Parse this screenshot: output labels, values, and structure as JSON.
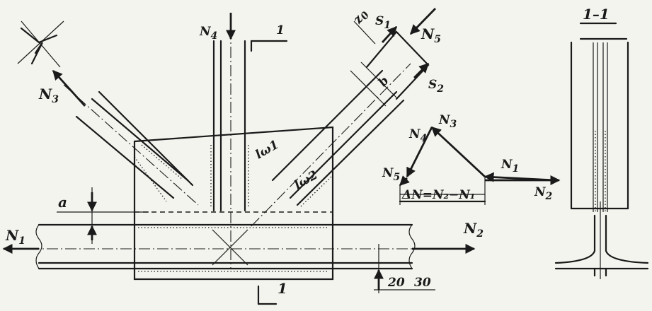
{
  "labels": {
    "n1_left": "N",
    "n1_left_sub": "1",
    "n2_mid": "N",
    "n2_mid_sub": "2",
    "n3": "N",
    "n3_sub": "3",
    "n4": "N",
    "n4_sub": "4",
    "n5": "N",
    "n5_sub": "5",
    "s1": "S",
    "s1_sub": "1",
    "s2": "S",
    "s2_sub": "2",
    "z0": "z",
    "z0_sub": "0",
    "b": "b",
    "lw1": "lω1",
    "lw2": "lω2",
    "a": "a",
    "section_mark_top": "1",
    "section_mark_bottom": "1",
    "dim_20": "20",
    "dim_30": "30",
    "poly_n1": "N",
    "poly_n1_sub": "1",
    "poly_n2": "N",
    "poly_n2_sub": "2",
    "poly_n3": "N",
    "poly_n3_sub": "3",
    "poly_n4": "N",
    "poly_n4_sub": "4",
    "poly_n5": "N",
    "poly_n5_sub": "5",
    "delta_formula": "ΔN=N₂−N₁",
    "section_title": "1–1"
  }
}
